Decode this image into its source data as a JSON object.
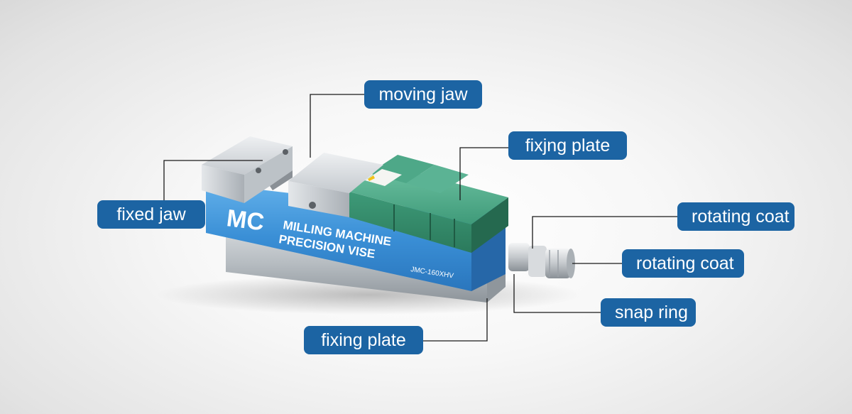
{
  "callouts": {
    "moving_jaw": "moving jaw",
    "fixjng_plate": "fixjng plate",
    "fixed_jaw": "fixed jaw",
    "rotating_coat_1": "rotating coat",
    "rotating_coat_2": "rotating coat",
    "snap_ring": "snap ring",
    "fixing_plate": "fixing plate"
  },
  "product_markings": {
    "brand": "MC",
    "line1": "MILLING MACHINE",
    "line2": "PRECISION VISE",
    "model": "JMC-160XHV"
  },
  "colors": {
    "callout_fill": "#1c64a3",
    "callout_text": "#ffffff",
    "body_blue": "#3a8fd6",
    "cover_green": "#3e9a78",
    "steel": "#c9ced3"
  }
}
